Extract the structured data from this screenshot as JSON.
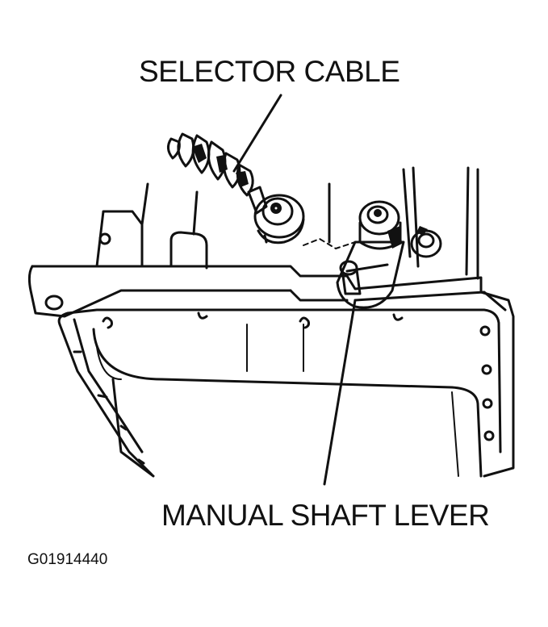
{
  "labels": {
    "selector_cable": "SELECTOR CABLE",
    "manual_shaft_lever": "MANUAL SHAFT LEVER",
    "figure_code": "G01914440"
  }
}
